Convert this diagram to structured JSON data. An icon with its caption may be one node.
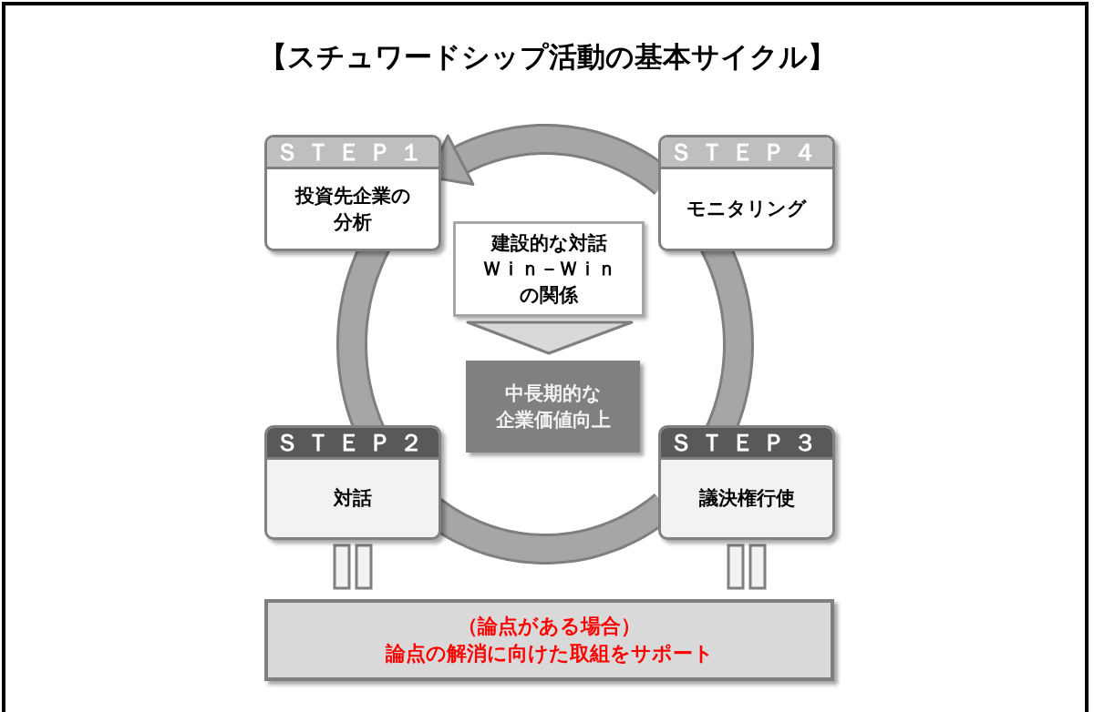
{
  "diagram": {
    "title": "【スチュワードシップ活動の基本サイクル】",
    "nodes": [
      {
        "text": [
          "ＳＴＥＰ１",
          "投資先企業の分析"
        ]
      },
      {
        "text": [
          "ＳＴＥＰ２",
          "対話"
        ]
      },
      {
        "text": [
          "ＳＴＥＰ３",
          "議決権行使"
        ]
      },
      {
        "text": [
          "ＳＴＥＰ４",
          "モニタリング"
        ]
      },
      {
        "text": [
          "建設的な対話Ｗｉｎ－Ｗｉｎの関係"
        ]
      },
      {
        "text": [
          "中長期的な企業価値向上"
        ]
      },
      {
        "text": [
          "（論点がある場合）論点の解消に向けた取組をサポート"
        ]
      }
    ],
    "edges": [
      {
        "from": 3,
        "to": 0,
        "arrow": "to"
      },
      {
        "from": 0,
        "to": 1,
        "arrow": "none"
      },
      {
        "from": 1,
        "to": 2,
        "arrow": "none"
      },
      {
        "from": 2,
        "to": 3,
        "arrow": "none"
      },
      {
        "from": 4,
        "to": 5,
        "arrow": "to"
      },
      {
        "from": 1,
        "to": 6,
        "arrow": "none"
      },
      {
        "from": 2,
        "to": 6,
        "arrow": "none"
      }
    ]
  }
}
